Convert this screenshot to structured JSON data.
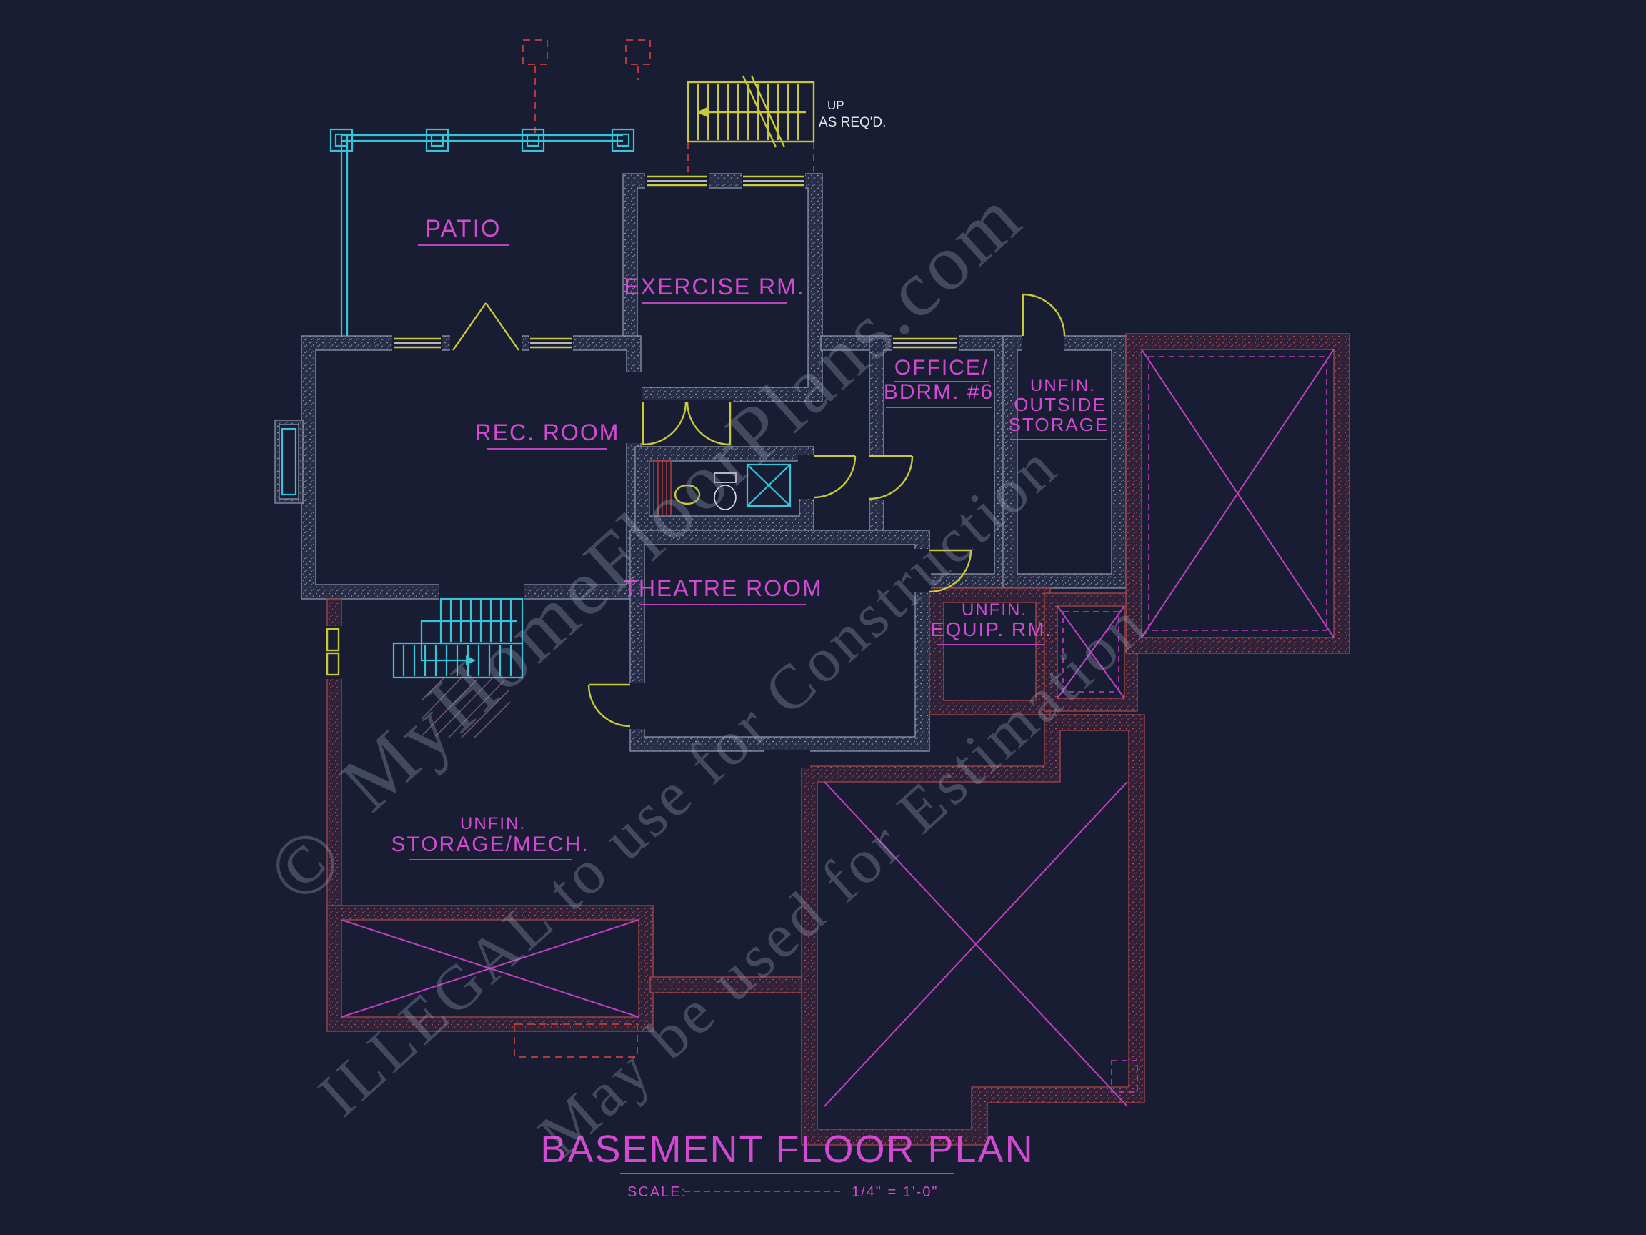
{
  "drawing": {
    "title": "BASEMENT FLOOR PLAN",
    "scale_prefix": "SCALE:",
    "scale_value": "1/4\" = 1'-0\""
  },
  "watermark": {
    "copyright": "©",
    "line1": "MyHomeFloorPlans.com",
    "line2": "ILLEGAL to use for Construction",
    "line3": "May be used for Estimation"
  },
  "labels": {
    "patio": "PATIO",
    "exercise_rm": "EXERCISE RM.",
    "rec_room": "REC. ROOM",
    "office_line1": "OFFICE/",
    "office_line2": "BDRM. #6",
    "outside_storage_line1": "UNFIN.",
    "outside_storage_line2": "OUTSIDE",
    "outside_storage_line3": "STORAGE",
    "theatre_room": "THEATRE ROOM",
    "equip_line1": "UNFIN.",
    "equip_line2": "EQUIP. RM.",
    "storage_mech_line1": "UNFIN.",
    "storage_mech_line2": "STORAGE/MECH.",
    "stair_up": "UP",
    "stair_note": "AS REQ'D."
  },
  "colors": {
    "background": "#181d33",
    "label_magenta": "#d24ad2",
    "wall_gray": "#8e95a8",
    "wall_red": "#a84848",
    "cyan": "#36c4d9",
    "yellow": "#c9c937",
    "dashed_red": "#b23a3a",
    "slab_x_magenta": "#c13fc1",
    "watermark_gray": "#97a0ba"
  }
}
